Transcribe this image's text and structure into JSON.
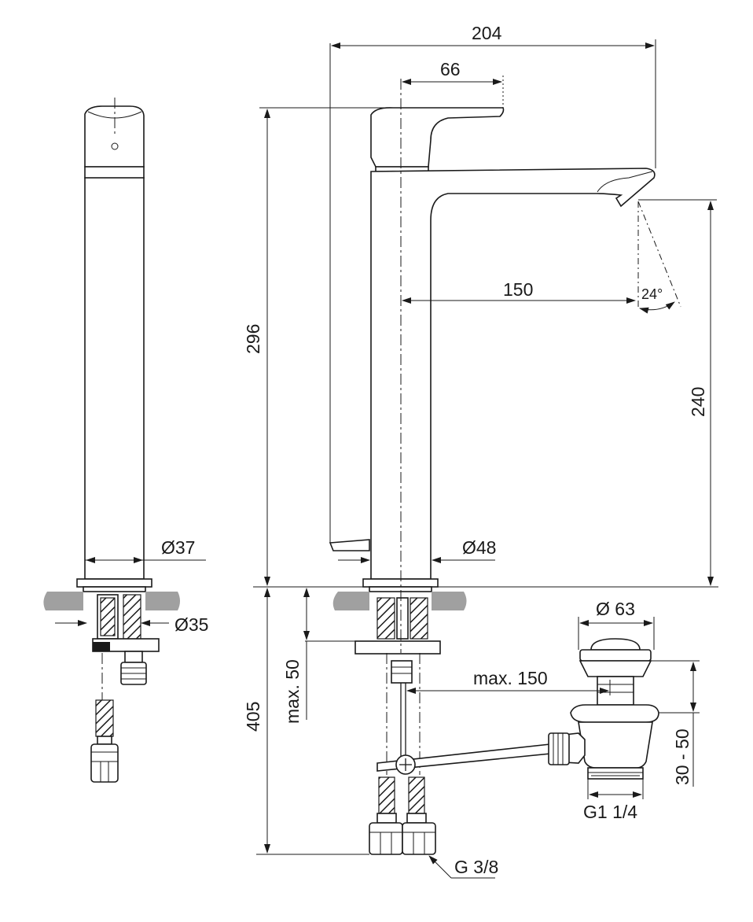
{
  "dimensions": {
    "overall_width": "204",
    "lever_offset": "66",
    "total_height": "296",
    "spout_reach": "150",
    "spray_angle": "24°",
    "spout_height": "240",
    "base_diameter_side": "Ø37",
    "base_diameter_front": "Ø48",
    "hole_diameter": "Ø35",
    "below_counter_height": "405",
    "max_thickness": "max. 50",
    "max_pull_rod": "max. 150",
    "waste_diameter": "Ø 63",
    "waste_height": "30 - 50",
    "waste_thread": "G1 1/4",
    "hose_thread": "G 3/8"
  },
  "colors": {
    "line": "#1a1a1a",
    "counter": "#a0a0a0",
    "background": "#ffffff"
  }
}
